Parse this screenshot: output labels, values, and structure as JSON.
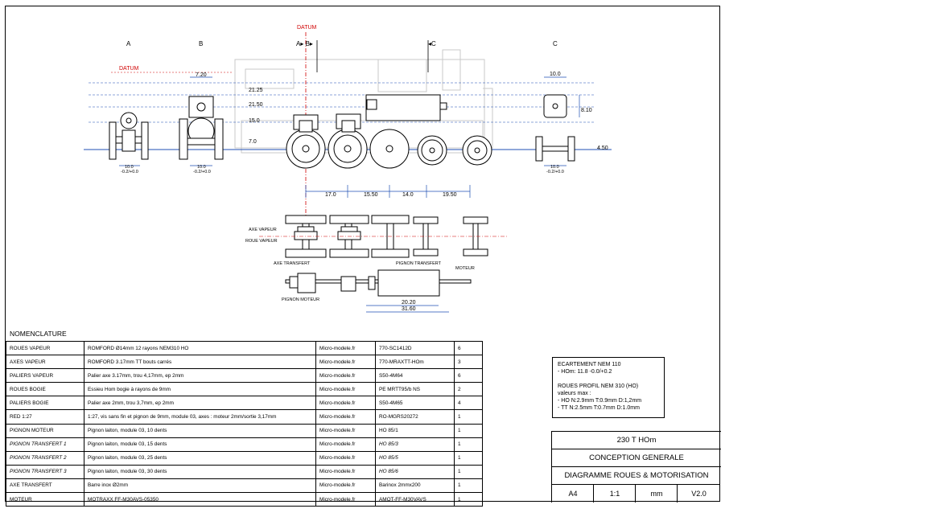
{
  "section_labels": {
    "a": "A",
    "b": "B",
    "ab": "A▸ B▸",
    "c_arrow": "◂C",
    "c": "C"
  },
  "datum_labels": {
    "top": "DATUM",
    "left": "DATUM"
  },
  "dimensions": {
    "width_b": "7.20",
    "h1": "21.25",
    "h2": "21.50",
    "h3": "15.0",
    "h4": "7.0",
    "width_c": "10.0",
    "height_c": "8.10",
    "axle_c": "4.50",
    "gauge_a": "10.0",
    "tol_a": "-0.2/+0.0",
    "gauge_b": "10.0",
    "tol_b": "-0.2/+0.0",
    "gauge_c": "10.0",
    "tol_c": "-0.2/+0.0",
    "spacings": [
      "17.0",
      "15.50",
      "14.0",
      "19.50"
    ],
    "motor_len": "20.20",
    "motor_total": "31.60"
  },
  "callouts": {
    "axe_vapeur": "AXE VAPEUR",
    "roue_vapeur": "ROUE VAPEUR",
    "axe_transfert": "AXE TRANSFERT",
    "pignon_transfert": "PIGNON TRANSFERT",
    "moteur": "MOTEUR",
    "pignon_moteur": "PIGNON MOTEUR"
  },
  "nomenclature": {
    "title": "NOMENCLATURE",
    "rows": [
      [
        "ROUES VAPEUR",
        "ROMFORD Ø14mm 12 rayons NEM310 HO",
        "Micro-modele.fr",
        "770-SC1412D",
        "6",
        false
      ],
      [
        "AXES VAPEUR",
        "ROMFORD 3.17mm TT bouts carrés",
        "Micro-modele.fr",
        "770-MRAXTT-HOm",
        "3",
        false
      ],
      [
        "PALIERS VAPEUR",
        "Palier axe 3.17mm, trou 4,17mm, ep 2mm",
        "Micro-modele.fr",
        "S50-4M64",
        "6",
        false
      ],
      [
        "ROUES BOGIE",
        "Essieu Hom bogie à rayons de 9mm",
        "Micro-modele.fr",
        "PE MRTT95/b NS",
        "2",
        false
      ],
      [
        "PALIERS BOGIE",
        "Palier axe 2mm, trou 3,7mm, ep 2mm",
        "Micro-modele.fr",
        "S50-4M65",
        "4",
        false
      ],
      [
        "RED 1:27",
        "1:27, vis sans fin et pignon de 9mm, module 03, axes : moteur 2mm/sortie 3,17mm",
        "Micro-modele.fr",
        "RO-MGRS20272",
        "1",
        false
      ],
      [
        "PIGNON MOTEUR",
        "Pignon laiton, module 03, 10 dents",
        "Micro-modele.fr",
        "HO 85/1",
        "1",
        false
      ],
      [
        "PIGNON TRANSFERT 1",
        "Pignon laiton, module 03, 15 dents",
        "Micro-modele.fr",
        "HO 85/3",
        "1",
        true
      ],
      [
        "PIGNON TRANSFERT 2",
        "Pignon laiton, module 03, 25 dents",
        "Micro-modele.fr",
        "HO 85/5",
        "1",
        true
      ],
      [
        "PIGNON TRANSFERT 3",
        "Pignon laiton, module 03, 30 dents",
        "Micro-modele.fr",
        "HO 85/6",
        "1",
        true
      ],
      [
        "AXE TRANSFERT",
        "Barre inox Ø2mm",
        "Micro-modele.fr",
        "Barinox 2mmx200",
        "1",
        false
      ],
      [
        "MOTEUR",
        "MOTRAXX FF-M30AVS-05350",
        "Micro-modele.fr",
        "AMOT-FF-M30VAVS",
        "1",
        false
      ]
    ]
  },
  "gauge_box": {
    "line1": "ECARTEMENT NEM 110",
    "line2": "- HOm: 11.8 -0.0/+0.2",
    "line3": "ROUES PROFIL NEM 310 (HO)",
    "line4": "valeurs max :",
    "line5": "- HO N:2.9mm T:0.9mm D:1,2mm",
    "line6": "- TT  N:2.5mm T:0.7mm D:1.0mm"
  },
  "title_block": {
    "model": "230 T HOm",
    "subtitle": "CONCEPTION GENERALE",
    "drawing": "DIAGRAMME ROUES & MOTORISATION",
    "format": "A4",
    "scale": "1:1",
    "unit": "mm",
    "version": "V2.0"
  },
  "colors": {
    "dim": "#1f4fb4",
    "datum": "#d00000",
    "line": "#000000",
    "ghost": "#c9c9c9"
  }
}
